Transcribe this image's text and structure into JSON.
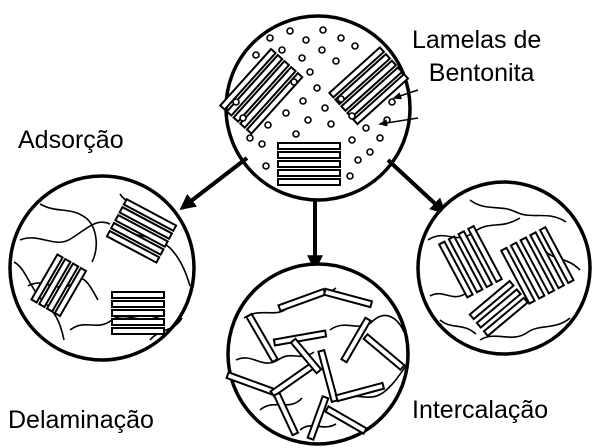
{
  "labels": {
    "lamelas_line1": "Lamelas de",
    "lamelas_line2": "Bentonita",
    "adsorcao": "Adsorção",
    "delaminacao": "Delaminação",
    "intercalacao": "Intercalação"
  },
  "colors": {
    "ink": "#000000",
    "background": "#ffffff"
  }
}
